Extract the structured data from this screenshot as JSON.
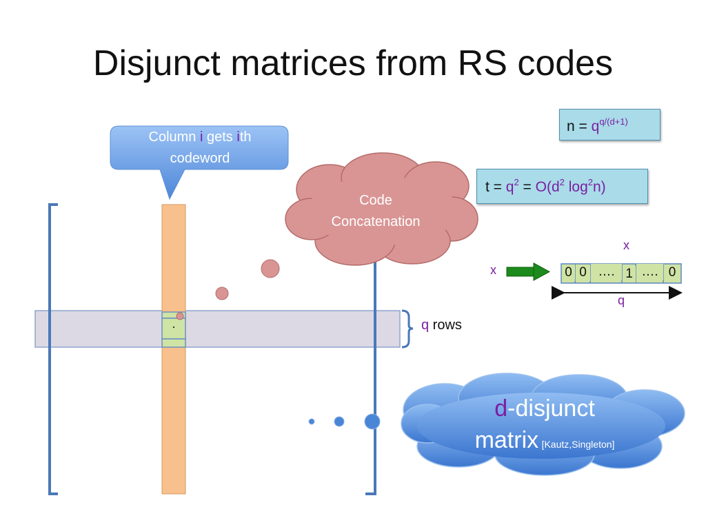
{
  "slide": {
    "title": "Disjunct matrices from RS codes"
  },
  "callout": {
    "part1": "Column ",
    "var1": "i",
    "part2": " gets ",
    "var2": "i",
    "part3": "th",
    "line2": "codeword"
  },
  "cloud_concat": {
    "line1": "Code",
    "line2": "Concatenation"
  },
  "box_n": {
    "lhs": "n = ",
    "base": "q",
    "exp": "q/(d+1)"
  },
  "box_t": {
    "t": "t = ",
    "q": "q",
    "q_exp": "2",
    "eq2": " = ",
    "O": "O(d",
    "d_exp": "2",
    "log": " log",
    "log_exp": "2",
    "tail": "n)"
  },
  "rows_label": {
    "q": "q",
    "rows": " rows"
  },
  "cell_dot": "·",
  "encoding": {
    "x_top": "x",
    "x_left": "x",
    "cells": [
      "0",
      "0",
      "….",
      "1",
      "….",
      "0"
    ],
    "q_label": "q"
  },
  "cloud_disjunct": {
    "d": "d",
    "rest": "-disjunct",
    "matrix": "matrix",
    "cite": "[Kautz,Singleton]"
  },
  "colors": {
    "bracket": "#4a78b8",
    "column": "#f8c08c",
    "row_band": "#dcd9e4",
    "concat_cloud": "#d99594",
    "disjunct_cloud": "#4a86d6",
    "arrow": "#1c8a1c",
    "purple": "#7a1fa2"
  }
}
